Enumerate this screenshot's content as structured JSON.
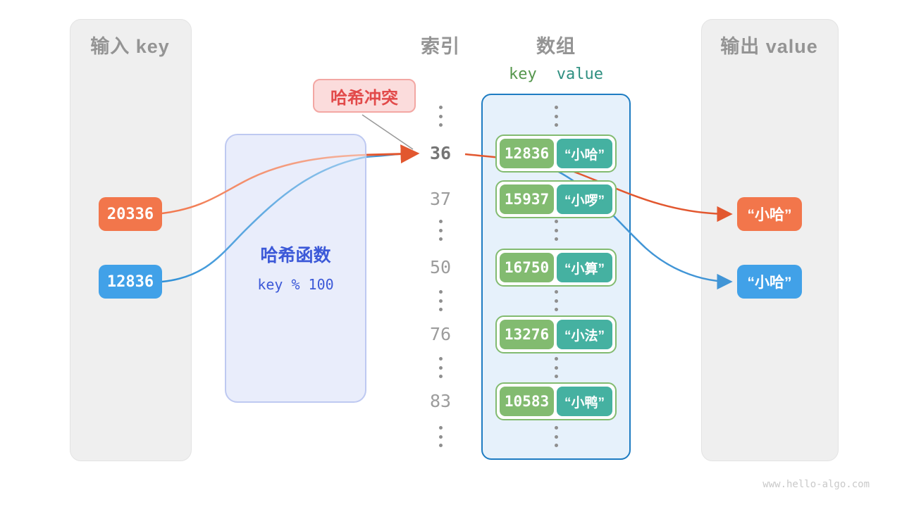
{
  "titles": {
    "input": "输入 key",
    "index": "索引",
    "array": "数组",
    "output": "输出 value"
  },
  "array_header": {
    "key": "key",
    "value": "value"
  },
  "collision_label": "哈希冲突",
  "hash_function": {
    "name": "哈希函数",
    "formula": "key % 100"
  },
  "inputs": [
    {
      "value": "20336",
      "color": "#F2764B"
    },
    {
      "value": "12836",
      "color": "#41A1E8"
    }
  ],
  "indices": [
    "36",
    "37",
    "50",
    "76",
    "83"
  ],
  "buckets": [
    {
      "key": "12836",
      "value": "“小哈”"
    },
    {
      "key": "15937",
      "value": "“小啰”"
    },
    {
      "key": "16750",
      "value": "“小算”"
    },
    {
      "key": "13276",
      "value": "“小法”"
    },
    {
      "key": "10583",
      "value": "“小鸭”"
    }
  ],
  "outputs": [
    "“小哈”",
    "“小哈”"
  ],
  "watermark": "www.hello-algo.com",
  "colors": {
    "orange": "#F2764B",
    "blue": "#41A1E8",
    "green": "#82BB70",
    "teal": "#45B1A1",
    "panel_gray": "#EFEFEF",
    "array_bg": "#E6F1FB",
    "array_border": "#1E7CC2",
    "hash_bg": "#E9EDFB",
    "hash_border": "#BEC9F1",
    "hash_text": "#3C59D8",
    "collision_bg": "#FBDCDC",
    "collision_border": "#F3A7A3",
    "collision_text": "#E24A4A",
    "arrow_orange": "#E2572F",
    "arrow_blue": "#4195D6"
  }
}
